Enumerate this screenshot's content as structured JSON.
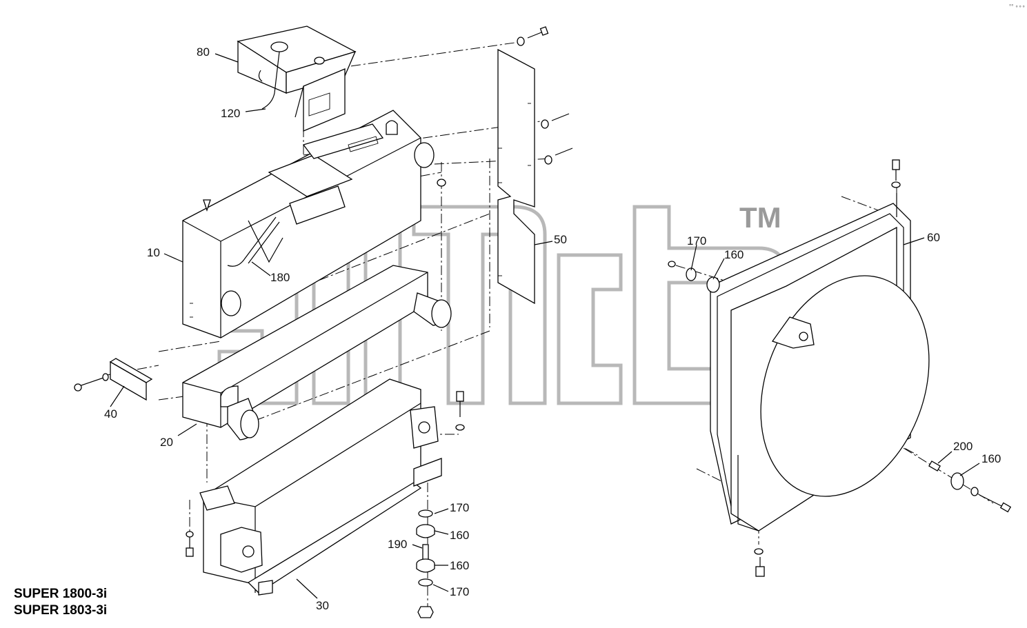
{
  "callouts": {
    "c80": "80",
    "c120": "120",
    "c10": "10",
    "c180": "180",
    "c50": "50",
    "c170a": "170",
    "c160a": "160",
    "c60": "60",
    "c40": "40",
    "c20": "20",
    "c200": "200",
    "c160b": "160",
    "c170b": "170",
    "c160c": "160",
    "c190": "190",
    "c160d": "160",
    "c170c": "170",
    "c30": "30"
  },
  "models": {
    "line1": "SUPER 1800-3i",
    "line2": "SUPER 1803-3i"
  },
  "watermark": {
    "trademark": "TM"
  },
  "corner_mark": "°° ∘∘∘"
}
